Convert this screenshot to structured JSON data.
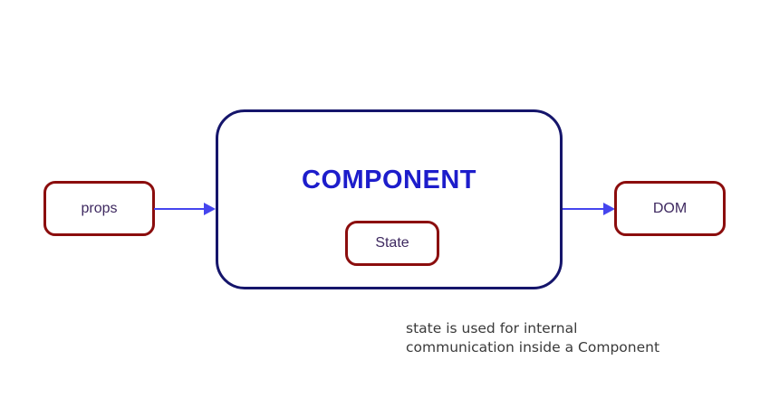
{
  "diagram": {
    "props_box": {
      "label": "props"
    },
    "component_box": {
      "label": "COMPONENT"
    },
    "state_box": {
      "label": "State"
    },
    "dom_box": {
      "label": "DOM"
    },
    "caption": {
      "line1": "state is used for internal",
      "line2": "communication inside a Component"
    },
    "colors": {
      "box_border_red": "#8b0d0d",
      "component_border_navy": "#15156b",
      "component_text_blue": "#1d1dcb",
      "arrow_blue": "#4545ee",
      "label_text_purple": "#3e2960",
      "caption_text": "#3a3a3a",
      "canvas_bg": "#ffffff"
    }
  }
}
